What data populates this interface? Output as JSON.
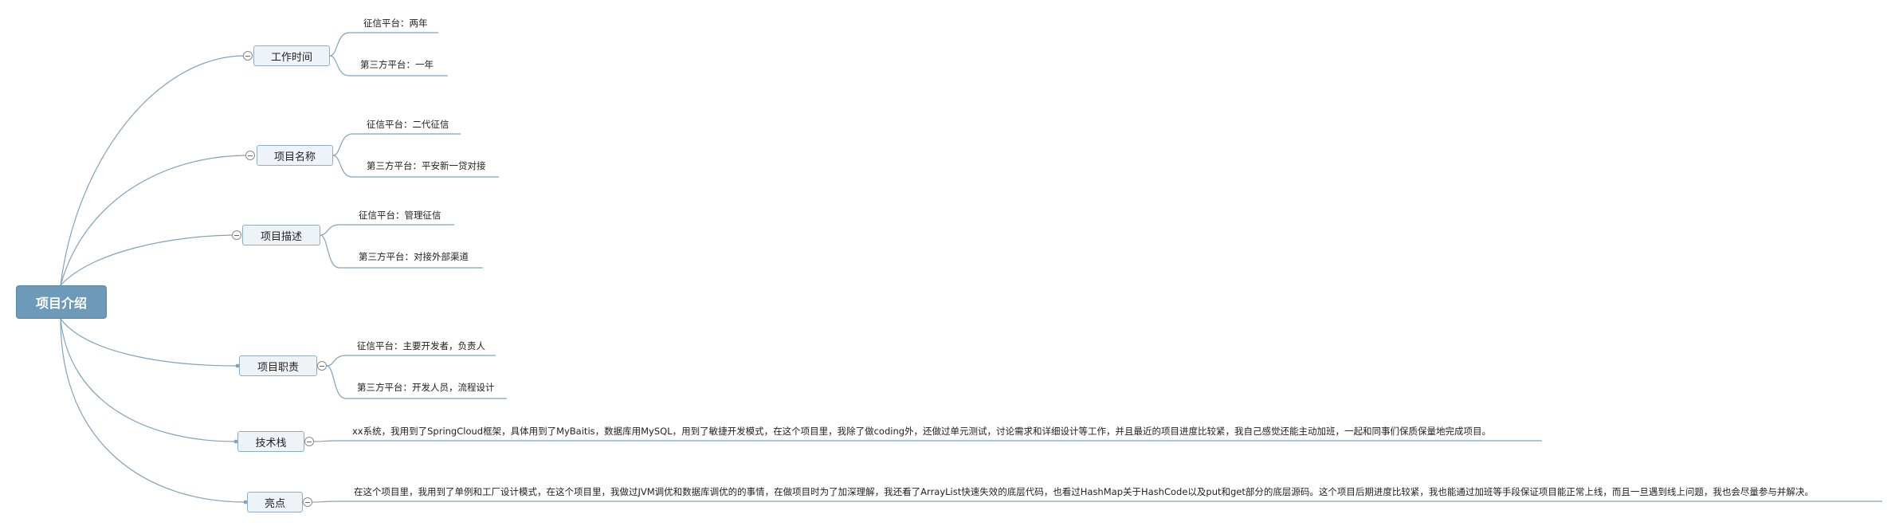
{
  "root": {
    "label": "项目介绍"
  },
  "branches": [
    {
      "label": "工作时间",
      "children": [
        "征信平台：两年",
        "第三方平台：一年"
      ]
    },
    {
      "label": "项目名称",
      "children": [
        "征信平台：二代征信",
        "第三方平台：平安新一贷对接"
      ]
    },
    {
      "label": "项目描述",
      "children": [
        "征信平台：管理征信",
        "第三方平台：对接外部渠道"
      ]
    },
    {
      "label": "项目职责",
      "children": [
        "征信平台：主要开发者，负责人",
        "第三方平台：开发人员，流程设计"
      ]
    },
    {
      "label": "技术栈",
      "children": [
        "xx系统，我用到了SpringCloud框架，具体用到了MyBaitis，数据库用MySQL，用到了敏捷开发模式，在这个项目里，我除了做coding外，还做过单元测试，讨论需求和详细设计等工作，并且最近的项目进度比较紧，我自己感觉还能主动加班，一起和同事们保质保量地完成项目。"
      ]
    },
    {
      "label": "亮点",
      "children": [
        "在这个项目里，我用到了单例和工厂设计模式，在这个项目里，我做过JVM调优和数据库调优的的事情，在做项目时为了加深理解，我还看了ArrayList快速失效的底层代码，也看过HashMap关于HashCode以及put和get部分的底层源码。这个项目后期进度比较紧，我也能通过加班等手段保证项目能正常上线，而且一旦遇到线上问题，我也会尽量参与并解决。"
      ]
    }
  ],
  "colors": {
    "line": "#7fa3bf",
    "root_fill": "#6e9ab9",
    "topic_fill": "#eef3f8",
    "topic_border": "#8eaec7"
  }
}
